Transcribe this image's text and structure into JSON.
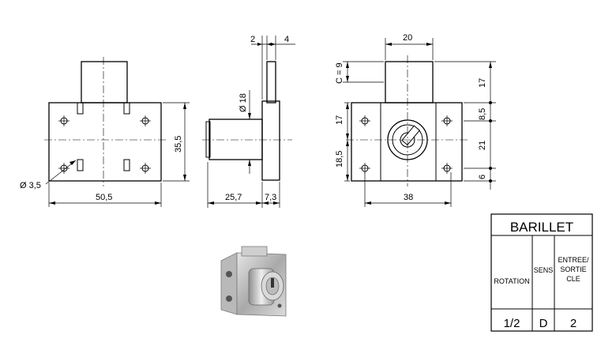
{
  "dimensions": {
    "front_width": "50,5",
    "front_height": "35,5",
    "hole_diameter": "Ø 3,5",
    "cylinder_diameter": "Ø 18",
    "cylinder_length": "25,7",
    "plate_thickness": "7,3",
    "top_gap_left": "2",
    "top_gap_right": "4",
    "bolt_width": "20",
    "c_value": "C = 9",
    "right_h_17_top": "17",
    "right_h_8_5": "8,5",
    "right_h_21": "21",
    "right_h_6": "6",
    "left_h_17": "17",
    "left_h_18_5": "18,5",
    "rear_width": "38"
  },
  "spec_table": {
    "title": "BARILLET",
    "headers": [
      "ROTATION",
      "SENS",
      "ENTREE/ SORTIE CLE"
    ],
    "header_lines": [
      [
        "ROTATION"
      ],
      [
        "SENS"
      ],
      [
        "ENTREE/",
        "SORTIE",
        "CLE"
      ]
    ],
    "values": [
      "1/2",
      "D",
      "2"
    ]
  },
  "photo": {
    "description_icon": "lock-photo"
  }
}
